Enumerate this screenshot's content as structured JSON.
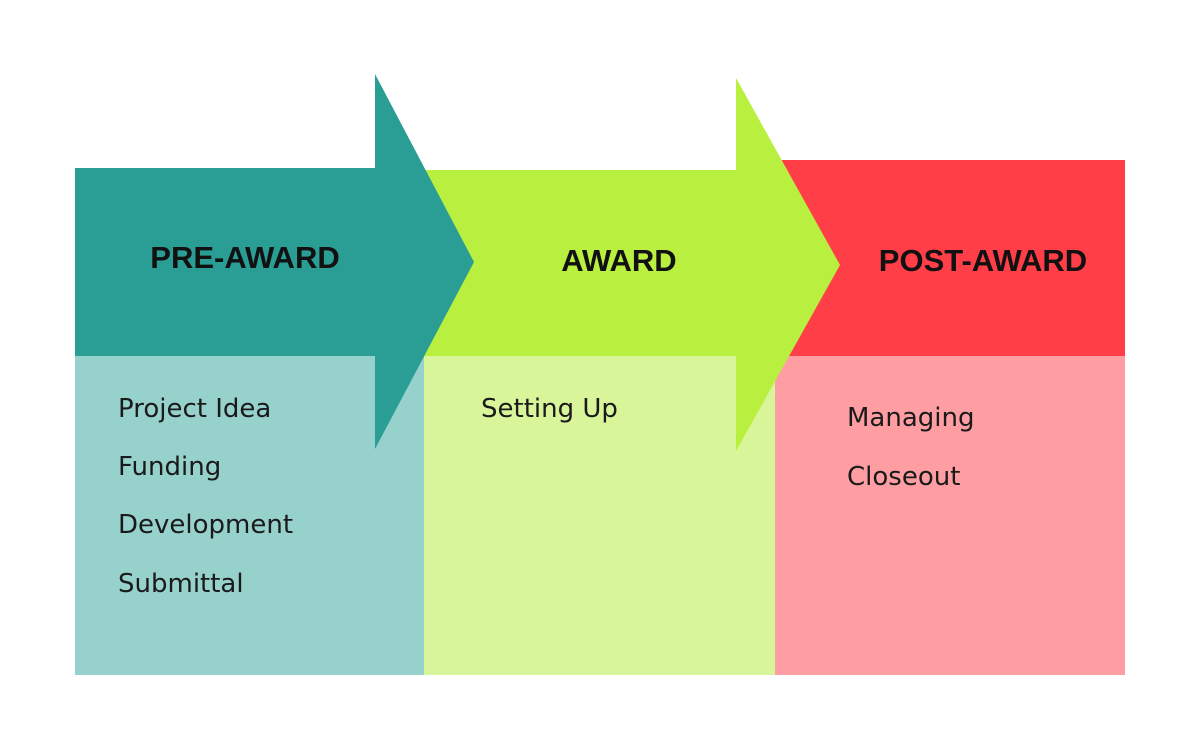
{
  "stages": [
    {
      "title": "PRE-AWARD",
      "header_color": "#2A9D95",
      "body_color": "#96D1CB",
      "steps": [
        "Project Idea",
        "Funding",
        "Development",
        "Submittal"
      ]
    },
    {
      "title": "AWARD",
      "header_color": "#B9F03F",
      "body_color": "#D9F59A",
      "steps": [
        "Setting Up"
      ]
    },
    {
      "title": "POST-AWARD",
      "header_color": "#FF3E48",
      "body_color": "#FE9EA2",
      "steps": [
        "Managing",
        "Closeout"
      ]
    }
  ]
}
